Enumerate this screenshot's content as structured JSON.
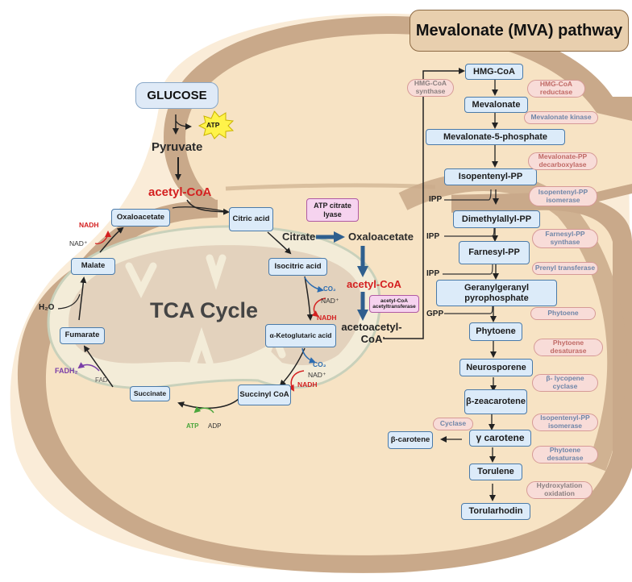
{
  "title": "Mevalonate (MVA) pathway",
  "colors": {
    "cell_fill": "#f7e3c4",
    "cell_wall": "#c9a98a",
    "mito_outer": "#f3ecd8",
    "mito_inner": "#e3d2bd",
    "box_fill": "#dcebf9",
    "box_border": "#4a7aa8",
    "enzyme_fill": "#f8dcd8",
    "enzyme_border": "#d69a96",
    "red_text": "#d42020",
    "blue_arrow": "#2f5f8e",
    "purple": "#7a3ea8",
    "green": "#4aa63c"
  },
  "glycolysis": {
    "glucose": "GLUCOSE",
    "atp": "ATP",
    "pyruvate": "Pyruvate",
    "acetyl_coa": "acetyl-CoA"
  },
  "tca": {
    "title": "TCA Cycle",
    "intermediates": {
      "oxaloacetate": "Oxaloacetate",
      "citric_acid": "Citric acid",
      "isocitric_acid": "Isocitric acid",
      "alpha_ketoglutaric": "α-Ketoglutaric acid",
      "succinyl_coa": "Succinyl CoA",
      "succinate": "Succinate",
      "fumarate": "Fumarate",
      "malate": "Malate"
    },
    "cofactors": {
      "nadh_1": "NADH",
      "nad_1": "NAD⁺",
      "h2o": "H₂O",
      "fadh2": "FADH₂",
      "fad": "FAD",
      "atp": "ATP",
      "adp": "ADP",
      "co2_1": "CO₂",
      "nad_2": "NAD⁺",
      "nadh_2": "NADH",
      "co2_2": "CO₂",
      "nad_3": "NAD⁺",
      "nadh_3": "NADH"
    }
  },
  "cytosol": {
    "atp_citrate_lyase": "ATP citrate lyase",
    "citrate": "Citrate",
    "oxaloacetate": "Oxaloacetate",
    "acetyl_coa": "acetyl-CoA",
    "acetyltransferase": "acetyl-CoA acetyltransferase",
    "acetoacetyl_coa": "acetoacetyl-CoA"
  },
  "mva": {
    "steps": [
      "HMG-CoA",
      "Mevalonate",
      "Mevalonate-5-phosphate",
      "Isopentenyl-PP",
      "Dimethylallyl-PP",
      "Farnesyl-PP",
      "Geranylgeranyl pyrophosphate",
      "Phytoene",
      "Neurosporene",
      "β-zeacarotene",
      "γ carotene",
      "Torulene",
      "Torularhodin"
    ],
    "side_product": "β-carotene",
    "inputs": {
      "ipp_1": "IPP",
      "ipp_2": "IPP",
      "ipp_3": "IPP",
      "gpp": "GPP"
    },
    "enzymes": {
      "hmg_coa_synthase": "HMG-CoA synthase",
      "hmg_coa_reductase": "HMG-CoA reductase",
      "mevalonate_kinase": "Mevalonate kinase",
      "mevalonate_pp_decarboxylase": "Mevalonate-PP decarboxylase",
      "isopentenyl_pp_isomerase_1": "Isopentenyl-PP isomerase",
      "farnesyl_pp_synthase": "Farnesyl-PP synthase",
      "prenyl_transferase": "Prenyl transferase",
      "phytoene": "Phytoene",
      "phytoene_desaturase_1": "Phytoene desaturase",
      "beta_lycopene_cyclase": "β- lycopene cyclase",
      "isopentenyl_pp_isomerase_2": "Isopentenyl-PP isomerase",
      "cyclase": "Cyclase",
      "phytoene_desaturase_2": "Phytoene desaturase",
      "hydroxylation_oxidation": "Hydroxylation oxidation"
    }
  }
}
